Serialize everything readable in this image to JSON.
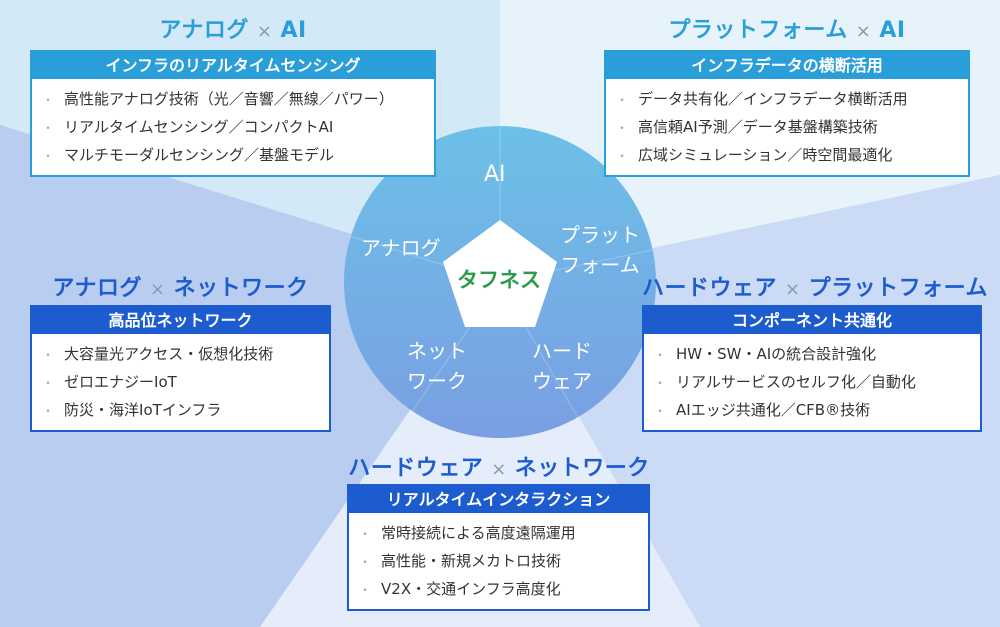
{
  "colors": {
    "light_blue": "#2a9ed9",
    "dark_blue": "#1c5ccf",
    "center_text": "#2c9a4b"
  },
  "circle": {
    "center": "タフネス",
    "segments": {
      "ai": "AI",
      "platform": [
        "プラット",
        "フォーム"
      ],
      "analog": "アナログ",
      "network": [
        "ネット",
        "ワーク"
      ],
      "hardware": [
        "ハード",
        "ウェア"
      ]
    }
  },
  "cross": "×",
  "bullet": "・",
  "groups": [
    {
      "id": "analog-ai",
      "title_a": "アナログ",
      "title_b": "AI",
      "header": "インフラのリアルタイムセンシング",
      "items": [
        "高性能アナログ技術（光／音響／無線／パワー）",
        "リアルタイムセンシング／コンパクトAI",
        "マルチモーダルセンシング／基盤モデル"
      ]
    },
    {
      "id": "platform-ai",
      "title_a": "プラットフォーム",
      "title_b": "AI",
      "header": "インフラデータの横断活用",
      "items": [
        "データ共有化／インフラデータ横断活用",
        "高信頼AI予測／データ基盤構築技術",
        "広域シミュレーション／時空間最適化"
      ]
    },
    {
      "id": "analog-network",
      "title_a": "アナログ",
      "title_b": "ネットワーク",
      "header": "高品位ネットワーク",
      "items": [
        "大容量光アクセス・仮想化技術",
        "ゼロエナジーIoT",
        "防災・海洋IoTインフラ"
      ]
    },
    {
      "id": "hardware-platform",
      "title_a": "ハードウェア",
      "title_b": "プラットフォーム",
      "header": "コンポーネント共通化",
      "items": [
        "HW・SW・AIの統合設計強化",
        "リアルサービスのセルフ化／自動化",
        "AIエッジ共通化／CFB®技術"
      ]
    },
    {
      "id": "hardware-network",
      "title_a": "ハードウェア",
      "title_b": "ネットワーク",
      "header": "リアルタイムインタラクション",
      "items": [
        "常時接続による高度遠隔運用",
        "高性能・新規メカトロ技術",
        "V2X・交通インフラ高度化"
      ]
    }
  ]
}
